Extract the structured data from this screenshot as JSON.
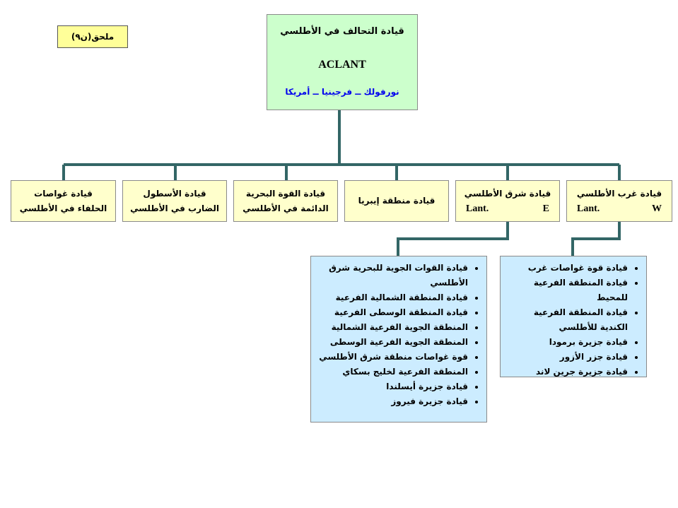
{
  "appendix_label": "ملحق(ن٩)",
  "root": {
    "title": "قيادة التحالف في الأطلسي",
    "code": "ACLANT",
    "location": "نورفولك ــ فرجينيا ــ أمريكا"
  },
  "commands": [
    {
      "name": "قيادة غرب الأطلسي",
      "code_left": "Lant.",
      "code_right": "W"
    },
    {
      "name": "قيادة شرق الأطلسي",
      "code_left": "Lant.",
      "code_right": "E"
    },
    {
      "line1": "قيادة منطقة إيبريا"
    },
    {
      "line1": "قيادة القوة البحرية",
      "line2": "الدائمة في الأطلسي"
    },
    {
      "line1": "قيادة الأسطول",
      "line2": "الضارب في الأطلسي"
    },
    {
      "line1": "قيادة غواصات",
      "line2": "الحلفاء في الأطلسي"
    }
  ],
  "west_subcommands": [
    "قيادة قوة غواصات غرب",
    "قيادة المنطقة الفرعية للمحيط",
    "قيادة المنطقة الفرعية الكندية للأطلسي",
    "قيادة جزيرة برمودا",
    "قيادة جزر الأزور",
    "قيادة جزيرة جرين لاند"
  ],
  "east_subcommands": [
    "قيادة القوات الجوية للبحرية شرق الأطلسي",
    "قيادة المنطقة الشمالية الفرعية",
    "قيادة المنطقة الوسطى الفرعية",
    "المنطقة الجوية الفرعية الشمالية",
    "المنطقة الجوية الفرعية الوسطى",
    "قوة غواصات منطقة شرق الأطلسي",
    "المنطقة الفرعية لخليج بسكاي",
    "قيادة جزيرة أيسلندا",
    "قيادة جزيرة فيروز"
  ],
  "colors": {
    "connector": "#336666",
    "root_fill": "#ccffcc",
    "command_fill": "#ffffcc",
    "sub_fill": "#ccecff",
    "location_text": "#0000ee"
  }
}
